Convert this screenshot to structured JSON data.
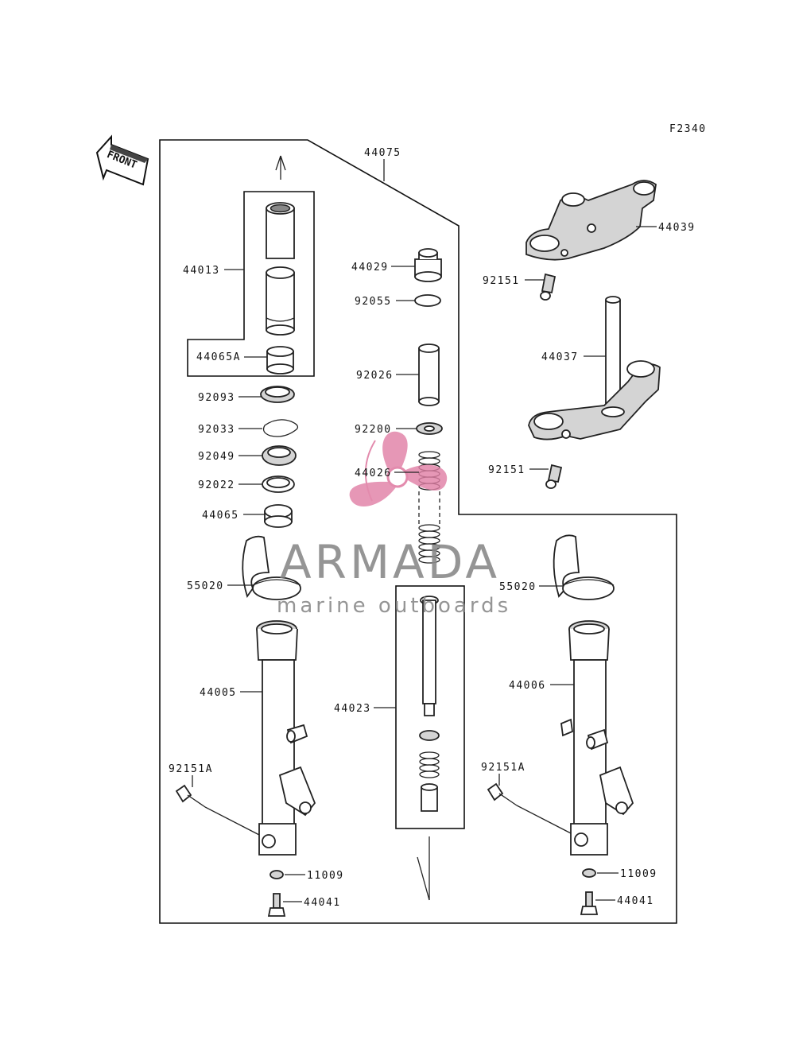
{
  "figure_code": "F2340",
  "front_marker": "FRONT",
  "watermark": {
    "brand": "ARMADA",
    "tagline": "marine outboards",
    "logo_color": "#e07fa5"
  },
  "labels": {
    "p44075": "44075",
    "p44013": "44013",
    "p44065A": "44065A",
    "p92093": "92093",
    "p92033": "92033",
    "p92049": "92049",
    "p92022": "92022",
    "p44065": "44065",
    "p55020_left": "55020",
    "p44005": "44005",
    "p92151A_left": "92151A",
    "p11009_left": "11009",
    "p44041_left": "44041",
    "p44029": "44029",
    "p92055": "92055",
    "p92026": "92026",
    "p92200": "92200",
    "p44026": "44026",
    "p44023": "44023",
    "p44039": "44039",
    "p92151_top": "92151",
    "p44037": "44037",
    "p92151_mid": "92151",
    "p55020_right": "55020",
    "p44006": "44006",
    "p92151A_right": "92151A",
    "p11009_right": "11009",
    "p44041_right": "44041"
  }
}
